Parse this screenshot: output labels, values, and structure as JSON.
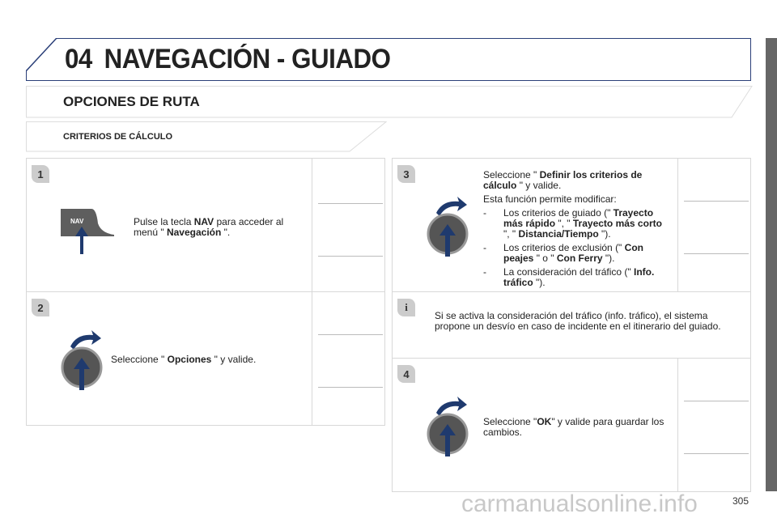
{
  "header": {
    "chapter": "04",
    "title": "NAVEGACIÓN - GUIADO"
  },
  "section": "OPCIONES DE RUTA",
  "subsection": "CRITERIOS DE CÁLCULO",
  "steps": [
    {
      "number": "1",
      "icon": "nav-key-press-icon",
      "key_label": "NAV",
      "parts": [
        "Pulse la tecla ",
        "NAV",
        " para acceder al menú \" ",
        "Navegación",
        " \"."
      ]
    },
    {
      "number": "2",
      "icon": "rotary-knob-press-icon",
      "parts": [
        "Seleccione \" ",
        "Opciones",
        " \" y valide."
      ]
    },
    {
      "number": "3",
      "icon": "rotary-knob-press-icon",
      "parts": [
        "Seleccione \" ",
        "Definir los criterios de cálculo",
        " \" y valide."
      ],
      "intro": "Esta función permite modificar:",
      "bullets": [
        [
          "Los criterios de guiado (\" ",
          "Trayecto más rápido",
          " \", \" ",
          "Trayecto más corto",
          " \", \" ",
          "Distancia/Tiempo",
          " \")."
        ],
        [
          "Los criterios de exclusión (\" ",
          "Con peajes",
          " \" o \" ",
          "Con Ferry",
          " \")."
        ],
        [
          "La consideración del tráfico (\" ",
          "Info. tráfico",
          " \")."
        ]
      ]
    },
    {
      "number": "4",
      "icon": "rotary-knob-press-icon",
      "parts": [
        "Seleccione \"",
        "OK",
        "\" y valide para guardar los cambios."
      ]
    }
  ],
  "info": {
    "icon": "info-icon",
    "text": "Si se activa la consideración del tráfico (info. tráfico), el sistema propone un desvío en caso de incidente en el itinerario del guiado."
  },
  "page_number": "305",
  "watermark": "carmanualsonline.info",
  "colors": {
    "accent": "#1f3a6e",
    "sidebar": "#666666"
  }
}
